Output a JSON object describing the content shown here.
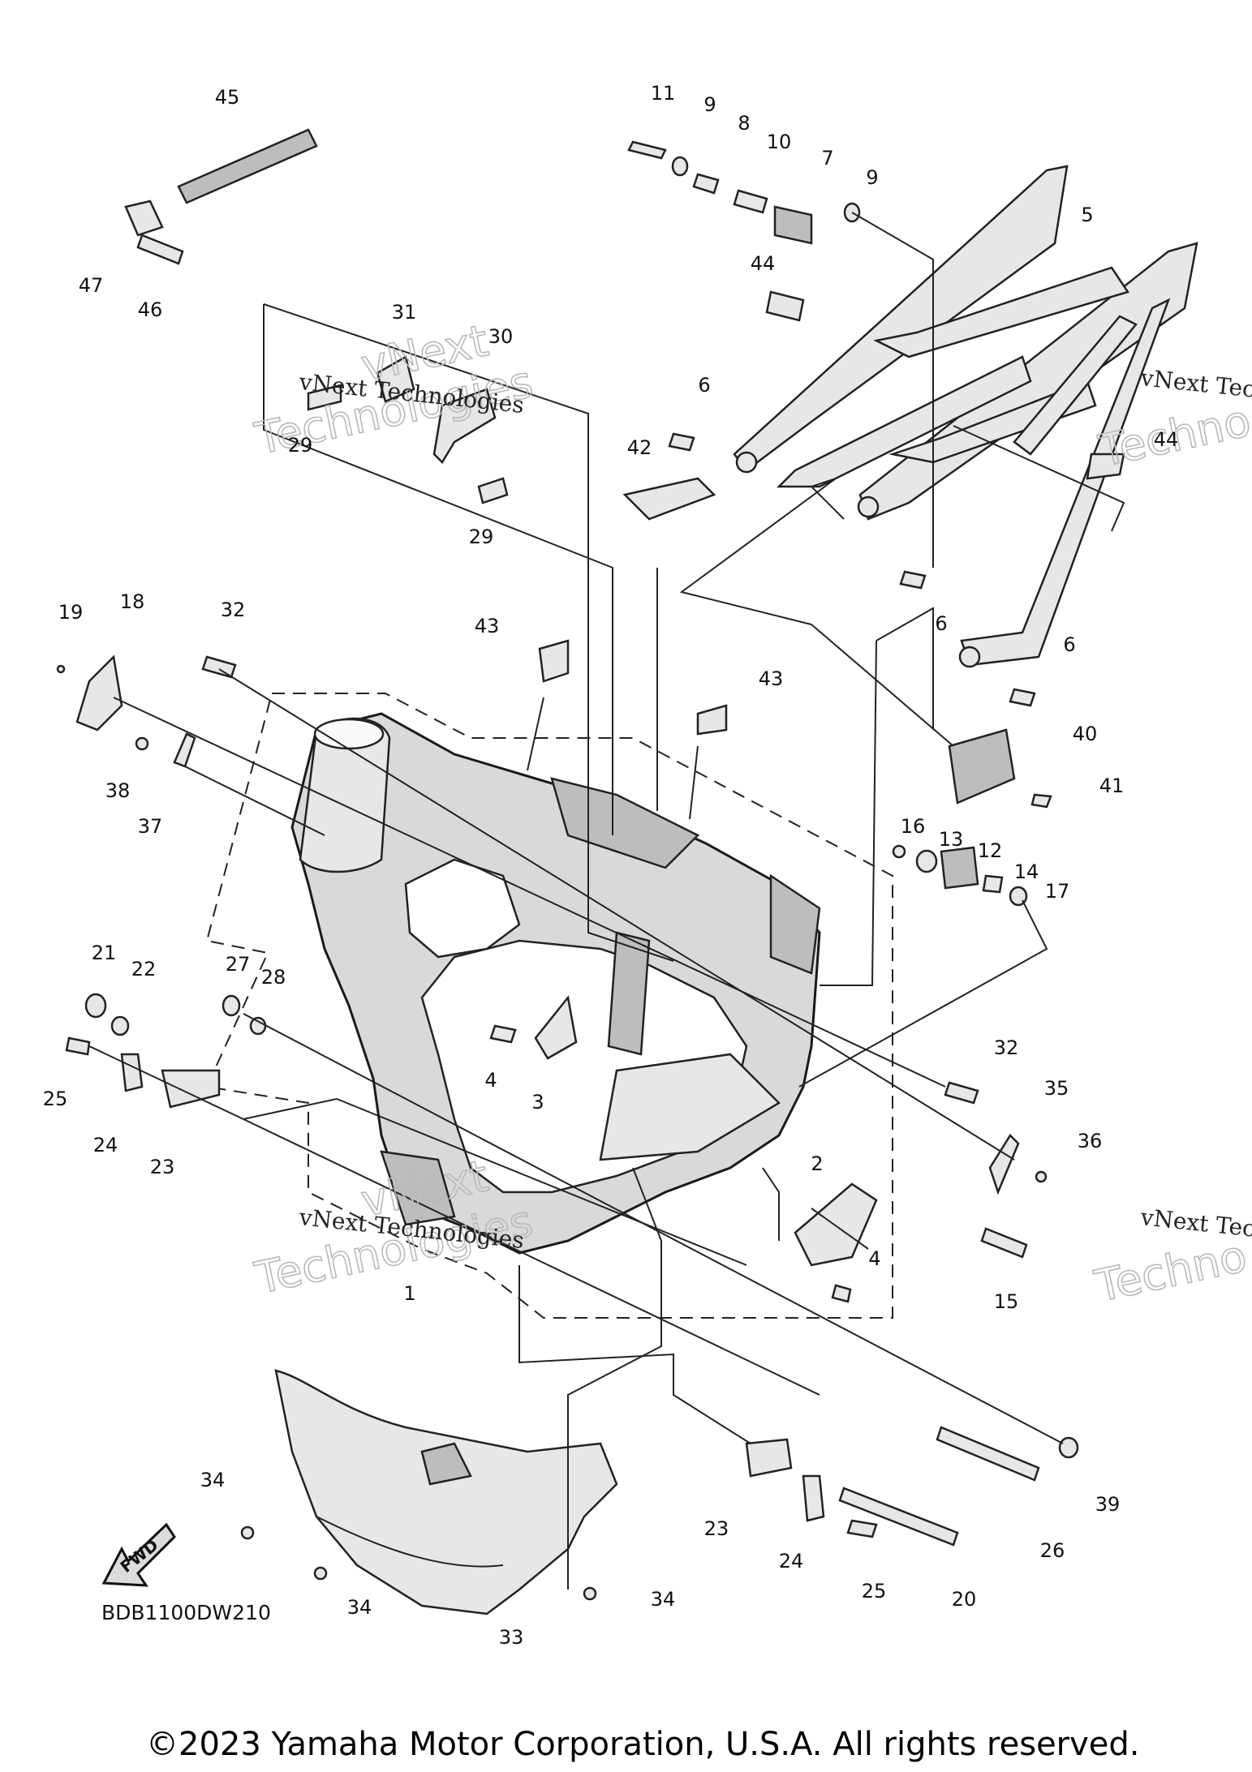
{
  "diagram_code": "BDB1100DW210",
  "fwd_label": "FWD",
  "copyright": "©2023 Yamaha Motor Corporation, U.S.A. All rights reserved.",
  "watermark": {
    "line1": "vNext Technologies",
    "big1": "vNext",
    "big2": "Technologies",
    "partial1": "vNext Tec",
    "partial2": "Techno"
  },
  "callouts": [
    "45",
    "47",
    "46",
    "11",
    "9",
    "8",
    "10",
    "7",
    "9",
    "5",
    "44",
    "31",
    "30",
    "29",
    "29",
    "6",
    "42",
    "44",
    "6",
    "6",
    "19",
    "18",
    "32",
    "43",
    "43",
    "40",
    "41",
    "38",
    "37",
    "16",
    "13",
    "12",
    "14",
    "17",
    "21",
    "22",
    "27",
    "28",
    "25",
    "24",
    "23",
    "4",
    "3",
    "32",
    "35",
    "36",
    "2",
    "4",
    "15",
    "1",
    "34",
    "34",
    "34",
    "33",
    "23",
    "24",
    "25",
    "20",
    "26",
    "39"
  ]
}
